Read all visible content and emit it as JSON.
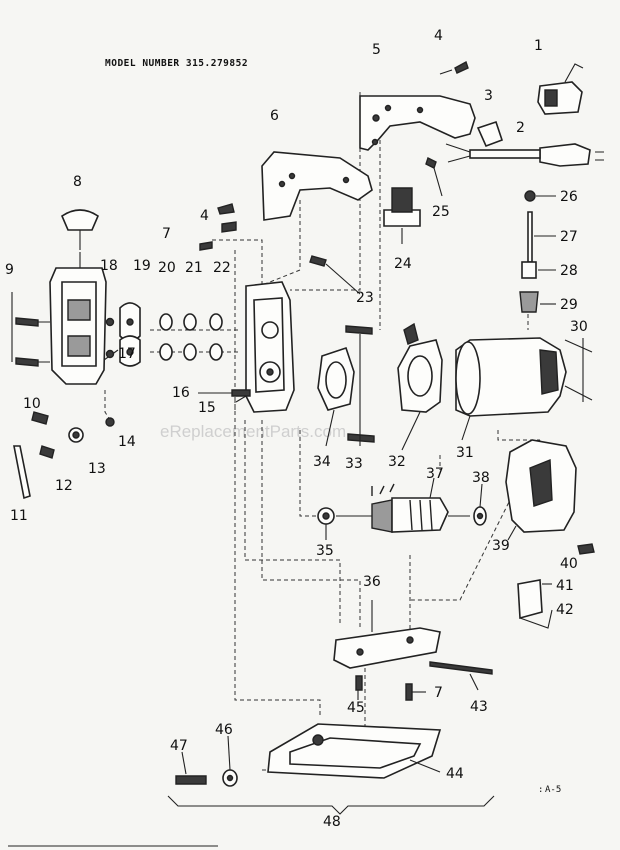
{
  "header": {
    "model_number": "MODEL NUMBER 315.279852"
  },
  "watermark": "eReplacementParts.com",
  "page_id": "A-5",
  "parts": [
    {
      "id": "p1",
      "label": "1"
    },
    {
      "id": "p2",
      "label": "2"
    },
    {
      "id": "p3",
      "label": "3"
    },
    {
      "id": "p4a",
      "label": "4"
    },
    {
      "id": "p4b",
      "label": "4"
    },
    {
      "id": "p5",
      "label": "5"
    },
    {
      "id": "p6",
      "label": "6"
    },
    {
      "id": "p7a",
      "label": "7"
    },
    {
      "id": "p7b",
      "label": "7"
    },
    {
      "id": "p8",
      "label": "8"
    },
    {
      "id": "p9",
      "label": "9"
    },
    {
      "id": "p10",
      "label": "10"
    },
    {
      "id": "p11",
      "label": "11"
    },
    {
      "id": "p12",
      "label": "12"
    },
    {
      "id": "p13",
      "label": "13"
    },
    {
      "id": "p14",
      "label": "14"
    },
    {
      "id": "p15",
      "label": "15"
    },
    {
      "id": "p16",
      "label": "16"
    },
    {
      "id": "p17",
      "label": "17"
    },
    {
      "id": "p18",
      "label": "18"
    },
    {
      "id": "p19",
      "label": "19"
    },
    {
      "id": "p20",
      "label": "20"
    },
    {
      "id": "p21",
      "label": "21"
    },
    {
      "id": "p22",
      "label": "22"
    },
    {
      "id": "p23",
      "label": "23"
    },
    {
      "id": "p24",
      "label": "24"
    },
    {
      "id": "p25",
      "label": "25"
    },
    {
      "id": "p26",
      "label": "26"
    },
    {
      "id": "p27",
      "label": "27"
    },
    {
      "id": "p28",
      "label": "28"
    },
    {
      "id": "p29",
      "label": "29"
    },
    {
      "id": "p30",
      "label": "30"
    },
    {
      "id": "p31",
      "label": "31"
    },
    {
      "id": "p32",
      "label": "32"
    },
    {
      "id": "p33",
      "label": "33"
    },
    {
      "id": "p34",
      "label": "34"
    },
    {
      "id": "p35",
      "label": "35"
    },
    {
      "id": "p36",
      "label": "36"
    },
    {
      "id": "p37",
      "label": "37"
    },
    {
      "id": "p38",
      "label": "38"
    },
    {
      "id": "p39",
      "label": "39"
    },
    {
      "id": "p40",
      "label": "40"
    },
    {
      "id": "p41",
      "label": "41"
    },
    {
      "id": "p42",
      "label": "42"
    },
    {
      "id": "p43",
      "label": "43"
    },
    {
      "id": "p44",
      "label": "44"
    },
    {
      "id": "p45",
      "label": "45"
    },
    {
      "id": "p46",
      "label": "46"
    },
    {
      "id": "p47",
      "label": "47"
    },
    {
      "id": "p48",
      "label": "48"
    }
  ]
}
